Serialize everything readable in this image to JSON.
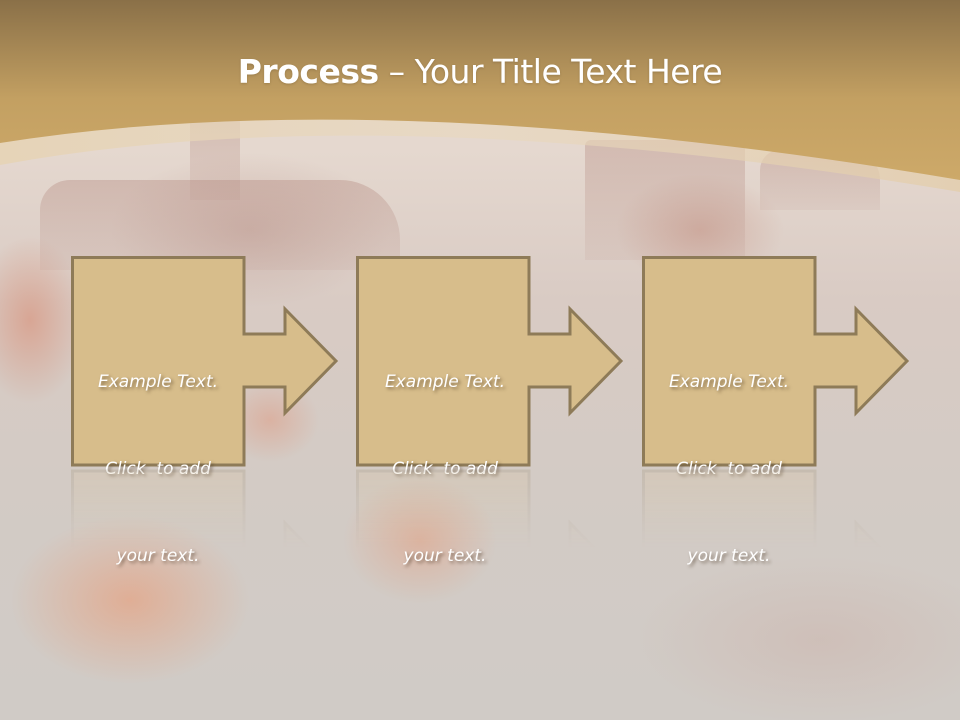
{
  "slide": {
    "title": {
      "bold_part": "Process",
      "separator": " – ",
      "regular_part": "Your Title Text Here"
    },
    "colors": {
      "header_top": "#8a7048",
      "header_bottom": "#c9a665",
      "header_band": "#e3cfb0",
      "shape_fill": "#d7bd8b",
      "shape_border": "#8e7b58",
      "text": "#ffffff"
    },
    "process_steps": [
      {
        "line1": "Example Text.",
        "line2": "Click  to add",
        "line3": "your text.",
        "icon": "arrow-right-icon"
      },
      {
        "line1": "Example Text.",
        "line2": "Click  to add",
        "line3": "your text.",
        "icon": "arrow-right-icon"
      },
      {
        "line1": "Example Text.",
        "line2": "Click  to add",
        "line3": "your text.",
        "icon": "arrow-right-icon"
      }
    ]
  }
}
